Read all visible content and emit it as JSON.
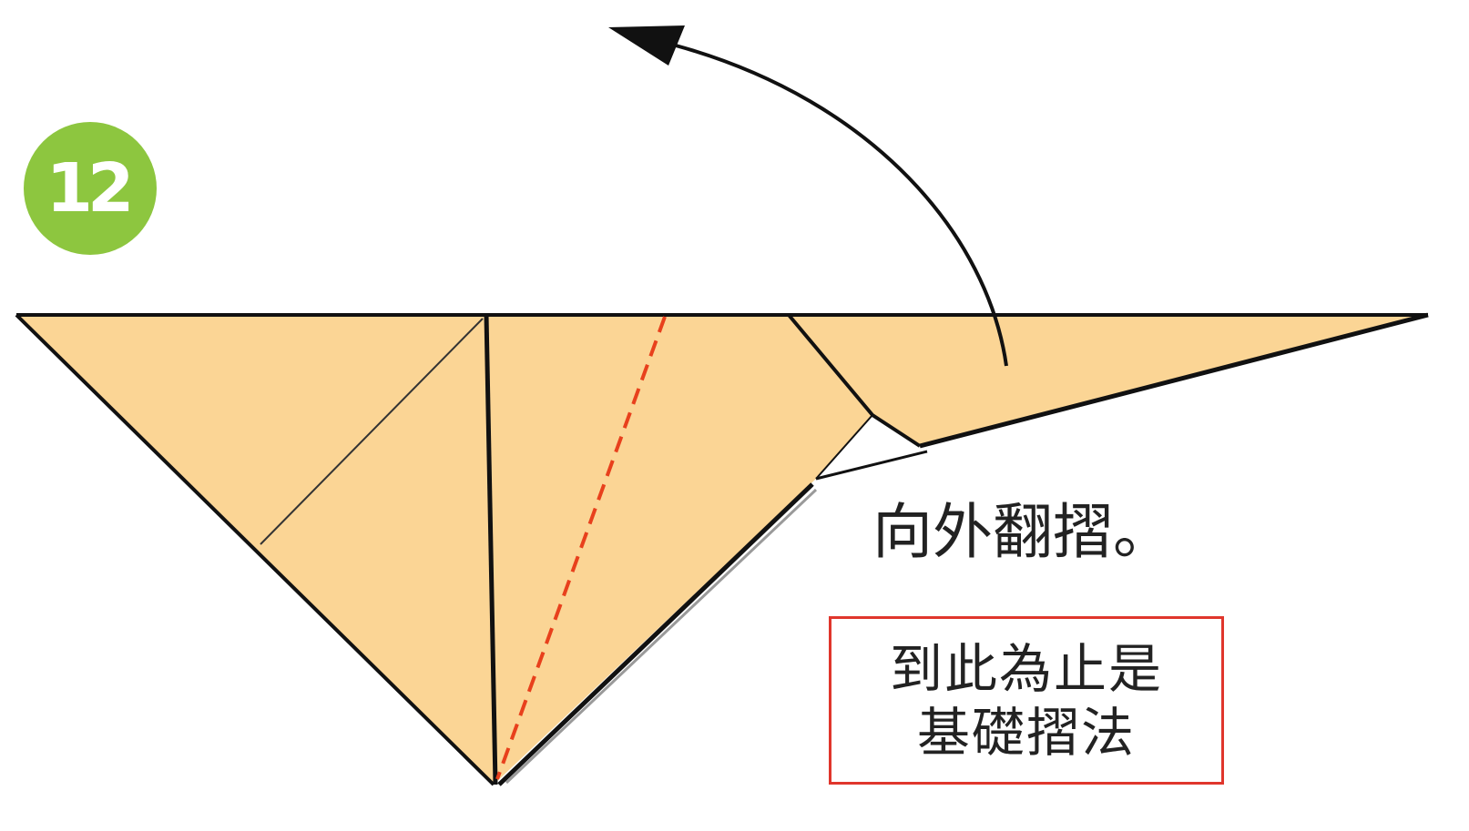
{
  "step": {
    "number": "12",
    "badge_color": "#8dc63f"
  },
  "instruction": {
    "text": "向外翻摺。"
  },
  "note": {
    "line1": "到此為止是",
    "line2": "基礎摺法",
    "border_color": "#e0362c"
  },
  "diagram": {
    "paper_color": "#fbd595",
    "valley_fold_color": "#e8401c",
    "outline_color": "#111111"
  }
}
